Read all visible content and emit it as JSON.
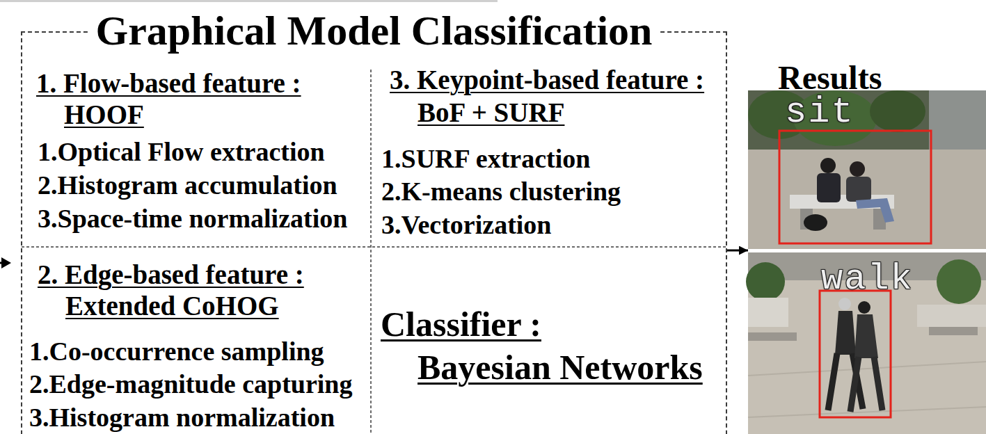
{
  "diagram": {
    "nodes": [
      {
        "text": [
          "Graphical Model Classification"
        ]
      },
      {
        "text": [
          "1. Flow-based feature :",
          "HOOF",
          "1.Optical Flow extraction",
          "2.Histogram accumulation",
          "3.Space-time normalization"
        ],
        "in": 0
      },
      {
        "text": [
          "3. Keypoint-based feature :",
          "BoF + SURF",
          "1.SURF extraction",
          "2.K-means clustering",
          "3.Vectorization"
        ],
        "in": 0
      },
      {
        "text": [
          "2. Edge-based feature :",
          "Extended CoHOG",
          "1.Co-occurrence sampling",
          "2.Edge-magnitude capturing",
          "3.Histogram normalization"
        ],
        "in": 0
      },
      {
        "text": [
          "Classifier :",
          "Bayesian Networks"
        ],
        "in": 0
      },
      {
        "text": [
          "Results"
        ]
      }
    ],
    "edges": [
      {
        "from": 0,
        "to": 5,
        "arrow": "to"
      }
    ],
    "labels": [
      "sit",
      "walk"
    ]
  }
}
